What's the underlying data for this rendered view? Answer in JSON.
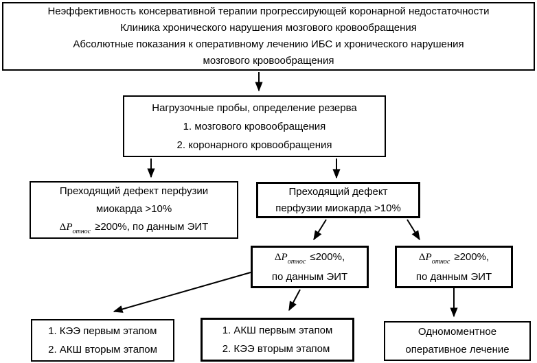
{
  "diagram": {
    "background": "#ffffff",
    "line_color": "#000000",
    "text_color": "#000000",
    "title_box": {
      "line1": "Неэффективность консервативной терапии прогрессирующей коронарной недостаточности",
      "line2": "Клиника хронического нарушения мозгового кровообращения",
      "line3": "Абсолютные показания к оперативному лечению ИБС и хронического нарушения",
      "line4": "мозгового кровообращения"
    },
    "stress_tests_box": {
      "title": "Нагрузочные пробы, определение резерва",
      "item1": "1. мозгового кровообращения",
      "item2": "2. коронарного кровообращения"
    },
    "formula": {
      "delta": "Δ",
      "p": "P",
      "sub": "относ"
    },
    "perfusion_defect_left_box": {
      "line1": "Преходящий дефект перфузии",
      "line2": "миокарда >10%",
      "formula_rest": "≥200%, по данным ЭИТ"
    },
    "perfusion_defect_right_box": {
      "line1": "Преходящий дефект",
      "line2": "перфузии миокарда >10%"
    },
    "dp_le_200_box": {
      "formula_rest": "≤200%,",
      "line2": "по данным ЭИТ"
    },
    "dp_ge_200_box": {
      "formula_rest": "≥200%,",
      "line2": "по данным ЭИТ"
    },
    "cea_first_box": {
      "item1": "1. КЭЭ первым этапом",
      "item2": "2. АКШ вторым этапом"
    },
    "cabg_first_box": {
      "item1": "1. АКШ первым этапом",
      "item2": "2. КЭЭ вторым этапом"
    },
    "one_stage_box": {
      "line1": "Одномоментное",
      "line2": "оперативное лечение"
    }
  }
}
